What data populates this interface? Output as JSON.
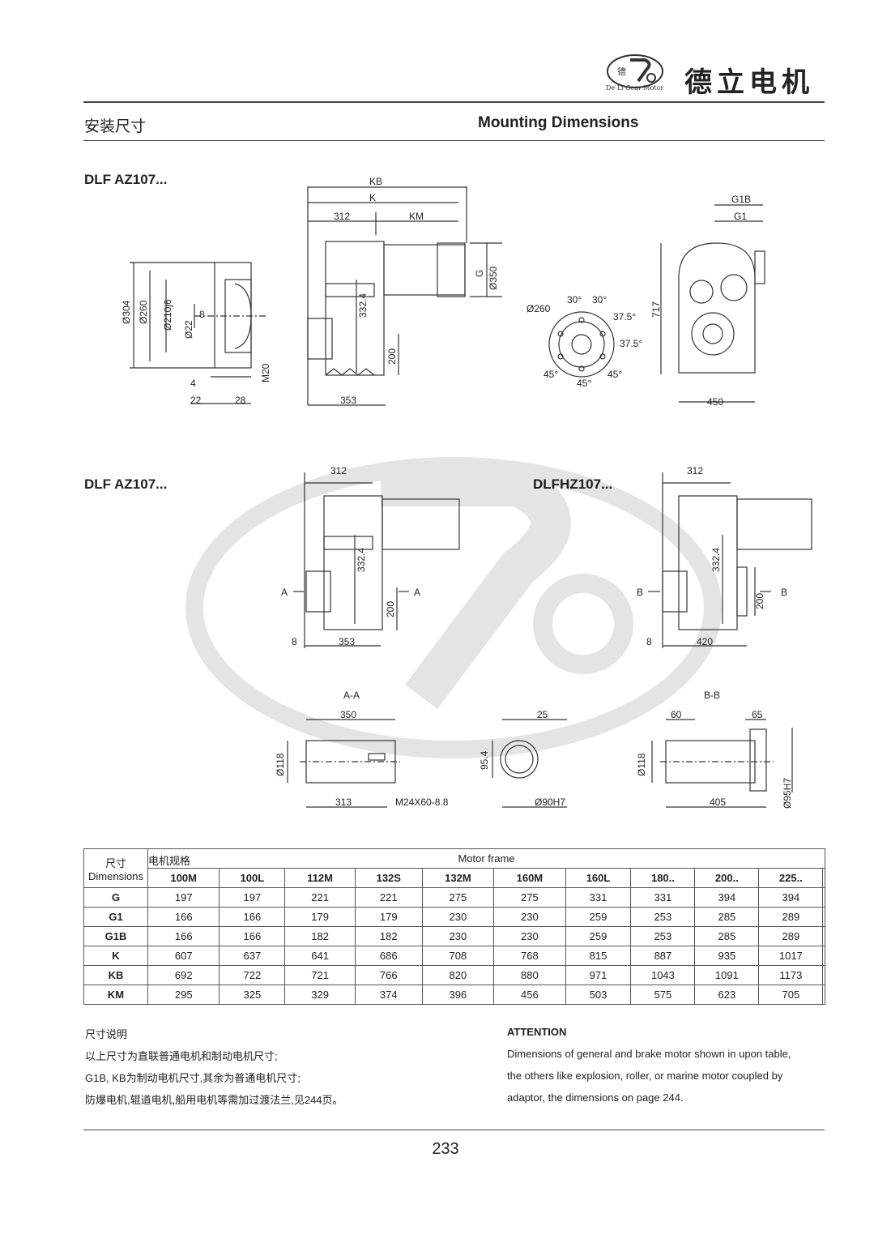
{
  "header": {
    "logo_text": "De Li Gear Motor",
    "brand": "德立电机"
  },
  "section": {
    "title_cn": "安装尺寸",
    "title_en": "Mounting Dimensions"
  },
  "models": {
    "top": "DLF AZ107...",
    "middle_left": "DLF AZ107...",
    "middle_right": "DLFHZ107..."
  },
  "drawing_labels": {
    "kb": "KB",
    "k": "K",
    "d312": "312",
    "km": "KM",
    "g": "G",
    "d350": "Ø350",
    "d3324": "332.4",
    "d200": "200",
    "d353": "353",
    "d304": "Ø304",
    "d260": "Ø260",
    "d210": "Ø210j6",
    "d8": "8",
    "d22": "Ø22",
    "d4": "4",
    "l22": "22",
    "l28": "28",
    "m20": "M20",
    "g1b": "G1B",
    "g1": "G1",
    "d717": "717",
    "d450": "450",
    "fd260": "Ø260",
    "a30a": "30°",
    "a30b": "30°",
    "a375a": "37.5°",
    "a375b": "37.5°",
    "a45a": "45°",
    "a45b": "45°",
    "a45c": "45°",
    "sa": "A",
    "sb": "B",
    "d420": "420",
    "sec_aa": "A-A",
    "sec_bb": "B-B",
    "d350b": "350",
    "d118": "Ø118",
    "d313": "313",
    "m24": "M24X60-8.8",
    "d25": "25",
    "d954": "95.4",
    "d90h7": "Ø90H7",
    "d60": "60",
    "d65": "65",
    "d405": "405",
    "d95h7": "Ø95H7"
  },
  "table": {
    "corner_cn": "尺寸",
    "corner_en": "Dimensions",
    "frame_cn": "电机规格",
    "frame_en": "Motor frame",
    "columns": [
      "100M",
      "100L",
      "112M",
      "132S",
      "132M",
      "160M",
      "160L",
      "180..",
      "200..",
      "225.."
    ],
    "rows": [
      {
        "label": "G",
        "values": [
          "197",
          "197",
          "221",
          "221",
          "275",
          "275",
          "331",
          "331",
          "394",
          "394"
        ]
      },
      {
        "label": "G1",
        "values": [
          "166",
          "166",
          "179",
          "179",
          "230",
          "230",
          "259",
          "253",
          "285",
          "289"
        ]
      },
      {
        "label": "G1B",
        "values": [
          "166",
          "166",
          "182",
          "182",
          "230",
          "230",
          "259",
          "253",
          "285",
          "289"
        ]
      },
      {
        "label": "K",
        "values": [
          "607",
          "637",
          "641",
          "686",
          "708",
          "768",
          "815",
          "887",
          "935",
          "1017"
        ]
      },
      {
        "label": "KB",
        "values": [
          "692",
          "722",
          "721",
          "766",
          "820",
          "880",
          "971",
          "1043",
          "1091",
          "1173"
        ]
      },
      {
        "label": "KM",
        "values": [
          "295",
          "325",
          "329",
          "374",
          "396",
          "456",
          "503",
          "575",
          "623",
          "705"
        ]
      }
    ]
  },
  "notes_cn": {
    "title": "尺寸说明",
    "line1": "以上尺寸为直联普通电机和制动电机尺寸;",
    "line2": "G1B, KB为制动电机尺寸,其余为普通电机尺寸;",
    "line3": "防爆电机,辊道电机,船用电机等需加过渡法兰,见244页。"
  },
  "notes_en": {
    "title": "ATTENTION",
    "line1": "Dimensions of general and brake motor shown in upon table,",
    "line2": "the others like explosion, roller, or marine motor coupled by",
    "line3": "adaptor, the dimensions on page 244."
  },
  "page_number": "233"
}
